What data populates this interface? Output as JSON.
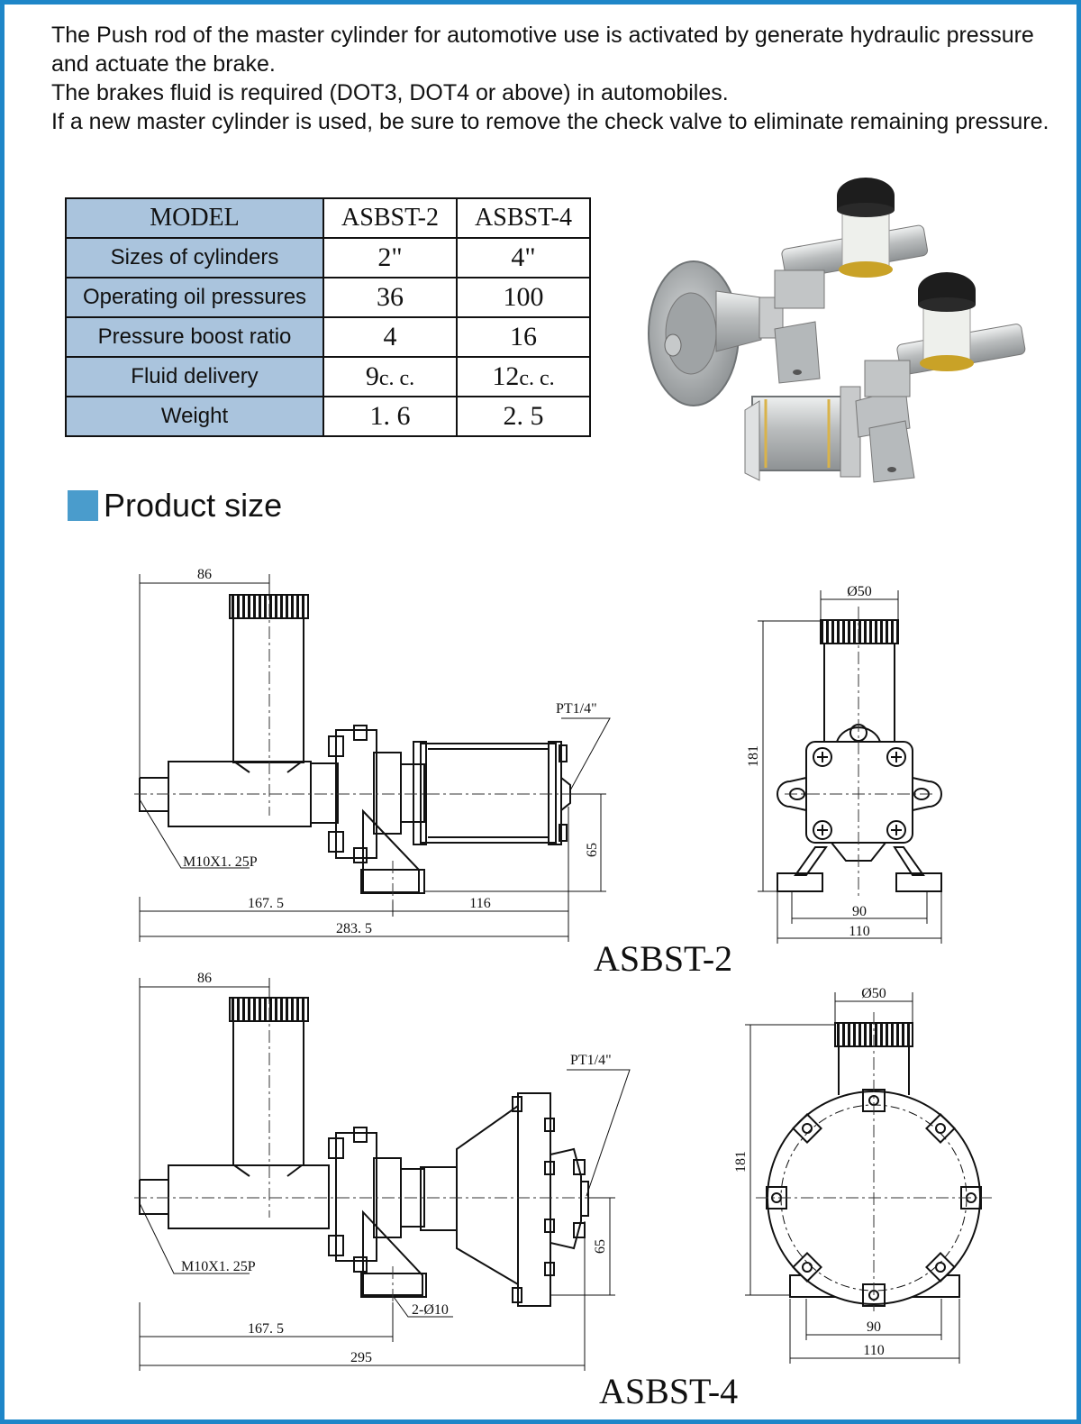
{
  "intro": [
    "The Push rod of the master cylinder for automotive use is activated by generate hydraulic pressure and actuate the brake.",
    "The brakes fluid is required (DOT3, DOT4 or above) in automobiles.",
    "If a new master cylinder is used, be sure to remove the check valve to eliminate remaining pressure."
  ],
  "spec_table": {
    "header": [
      "MODEL",
      "ASBST-2",
      "ASBST-4"
    ],
    "rows": [
      {
        "label": "Sizes of cylinders",
        "a": "2\"",
        "b": "4\""
      },
      {
        "label": "Operating oil pressures",
        "a": "36",
        "b": "100"
      },
      {
        "label": "Pressure boost ratio",
        "a": "4",
        "b": "16"
      },
      {
        "label": "Fluid delivery",
        "a": "9",
        "a_unit": "c. c.",
        "b": "12",
        "b_unit": "c. c."
      },
      {
        "label": "Weight",
        "a": "1. 6",
        "b": "2. 5"
      }
    ]
  },
  "section_title": "Product size",
  "drawings": {
    "asbst2": {
      "model": "ASBST-2",
      "side_dims": {
        "d86": "86",
        "pt": "PT1/4\"",
        "m10": "M10X1. 25P",
        "d65": "65",
        "d1675": "167. 5",
        "d116": "116",
        "d2835": "283. 5"
      },
      "front_dims": {
        "d50": "Ø50",
        "d181": "181",
        "d90": "90",
        "d110": "110"
      }
    },
    "asbst4": {
      "model": "ASBST-4",
      "side_dims": {
        "d86": "86",
        "pt": "PT1/4\"",
        "m10": "M10X1. 25P",
        "d65": "65",
        "d2010": "2-Ø10",
        "d1675": "167. 5",
        "d295": "295"
      },
      "front_dims": {
        "d50": "Ø50",
        "d181": "181",
        "d90": "90",
        "d110": "110"
      }
    }
  },
  "colors": {
    "border": "#1e86c8",
    "table_header": "#aac4dd",
    "section_square": "#4a9ccc"
  }
}
